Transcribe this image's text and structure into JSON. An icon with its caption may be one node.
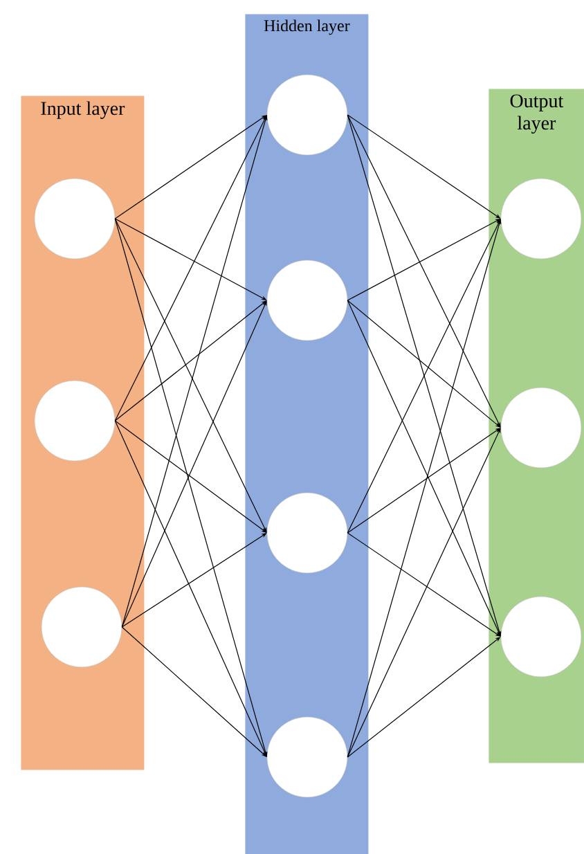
{
  "diagram": {
    "nodes": [
      {
        "text": [
          "Input layer"
        ]
      },
      {
        "text": [],
        "shape": "circle",
        "in": 0
      },
      {
        "text": [],
        "shape": "circle",
        "in": 0
      },
      {
        "text": [],
        "shape": "circle",
        "in": 0
      },
      {
        "text": [
          "Hidden layer"
        ]
      },
      {
        "text": [],
        "shape": "circle",
        "in": 4
      },
      {
        "text": [],
        "shape": "circle",
        "in": 4
      },
      {
        "text": [],
        "shape": "circle",
        "in": 4
      },
      {
        "text": [],
        "shape": "circle",
        "in": 4
      },
      {
        "text": [
          "Output layer"
        ]
      },
      {
        "text": [],
        "shape": "circle",
        "in": 9
      },
      {
        "text": [],
        "shape": "circle",
        "in": 9
      },
      {
        "text": [],
        "shape": "circle",
        "in": 9
      }
    ],
    "edges": [
      {
        "from": 1,
        "to": 5,
        "arrow": "to"
      },
      {
        "from": 1,
        "to": 6,
        "arrow": "to"
      },
      {
        "from": 1,
        "to": 7,
        "arrow": "to"
      },
      {
        "from": 1,
        "to": 8,
        "arrow": "to"
      },
      {
        "from": 2,
        "to": 5,
        "arrow": "to"
      },
      {
        "from": 2,
        "to": 6,
        "arrow": "to"
      },
      {
        "from": 2,
        "to": 7,
        "arrow": "to"
      },
      {
        "from": 2,
        "to": 8,
        "arrow": "to"
      },
      {
        "from": 3,
        "to": 5,
        "arrow": "to"
      },
      {
        "from": 3,
        "to": 6,
        "arrow": "to"
      },
      {
        "from": 3,
        "to": 7,
        "arrow": "to"
      },
      {
        "from": 3,
        "to": 8,
        "arrow": "to"
      },
      {
        "from": 5,
        "to": 10,
        "arrow": "to"
      },
      {
        "from": 5,
        "to": 11,
        "arrow": "to"
      },
      {
        "from": 5,
        "to": 12,
        "arrow": "to"
      },
      {
        "from": 6,
        "to": 10,
        "arrow": "to"
      },
      {
        "from": 6,
        "to": 11,
        "arrow": "to"
      },
      {
        "from": 6,
        "to": 12,
        "arrow": "to"
      },
      {
        "from": 7,
        "to": 10,
        "arrow": "to"
      },
      {
        "from": 7,
        "to": 11,
        "arrow": "to"
      },
      {
        "from": 7,
        "to": 12,
        "arrow": "to"
      },
      {
        "from": 8,
        "to": 10,
        "arrow": "to"
      },
      {
        "from": 8,
        "to": 11,
        "arrow": "to"
      },
      {
        "from": 8,
        "to": 12,
        "arrow": "to"
      }
    ]
  }
}
